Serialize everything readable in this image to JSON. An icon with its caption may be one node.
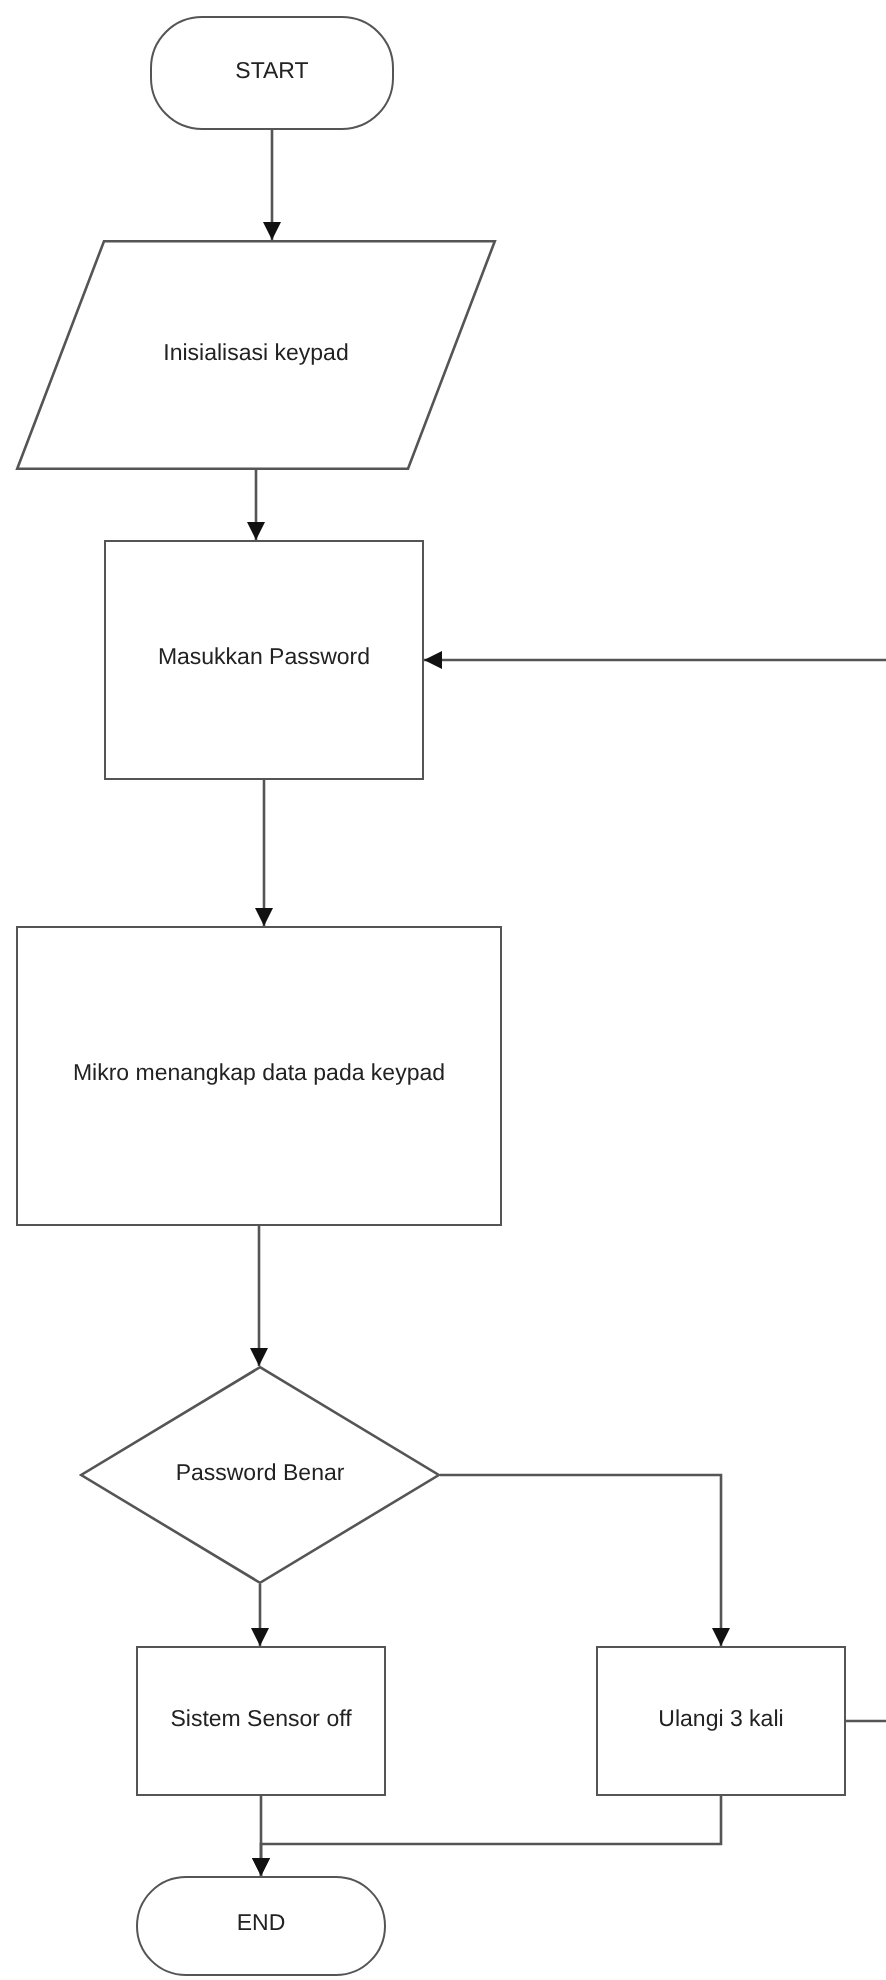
{
  "diagram": {
    "nodes": [
      {
        "text": [
          "START"
        ]
      },
      {
        "text": [
          "Inisialisasi keypad"
        ]
      },
      {
        "text": [
          "Masukkan Password"
        ]
      },
      {
        "text": [
          "Mikro menangkap data pada keypad"
        ]
      },
      {
        "text": [
          "Password Benar"
        ]
      },
      {
        "text": [
          "Sistem Sensor off"
        ]
      },
      {
        "text": [
          "Ulangi 3 kali"
        ]
      },
      {
        "text": [
          "END"
        ]
      }
    ],
    "edges": [
      {
        "from": 0,
        "to": 1,
        "arrow": "to"
      },
      {
        "from": 1,
        "to": 2,
        "arrow": "to"
      },
      {
        "from": 2,
        "to": 3,
        "arrow": "to"
      },
      {
        "from": 3,
        "to": 4,
        "arrow": "to"
      },
      {
        "from": 4,
        "to": 5,
        "arrow": "to"
      },
      {
        "from": 4,
        "to": 6,
        "arrow": "to"
      },
      {
        "from": 5,
        "to": 7,
        "arrow": "to"
      },
      {
        "from": 6,
        "to": 7,
        "arrow": "to"
      },
      {
        "from": null,
        "to": 2,
        "arrow": "to"
      },
      {
        "from": 6,
        "to": null,
        "arrow": "none"
      }
    ]
  }
}
